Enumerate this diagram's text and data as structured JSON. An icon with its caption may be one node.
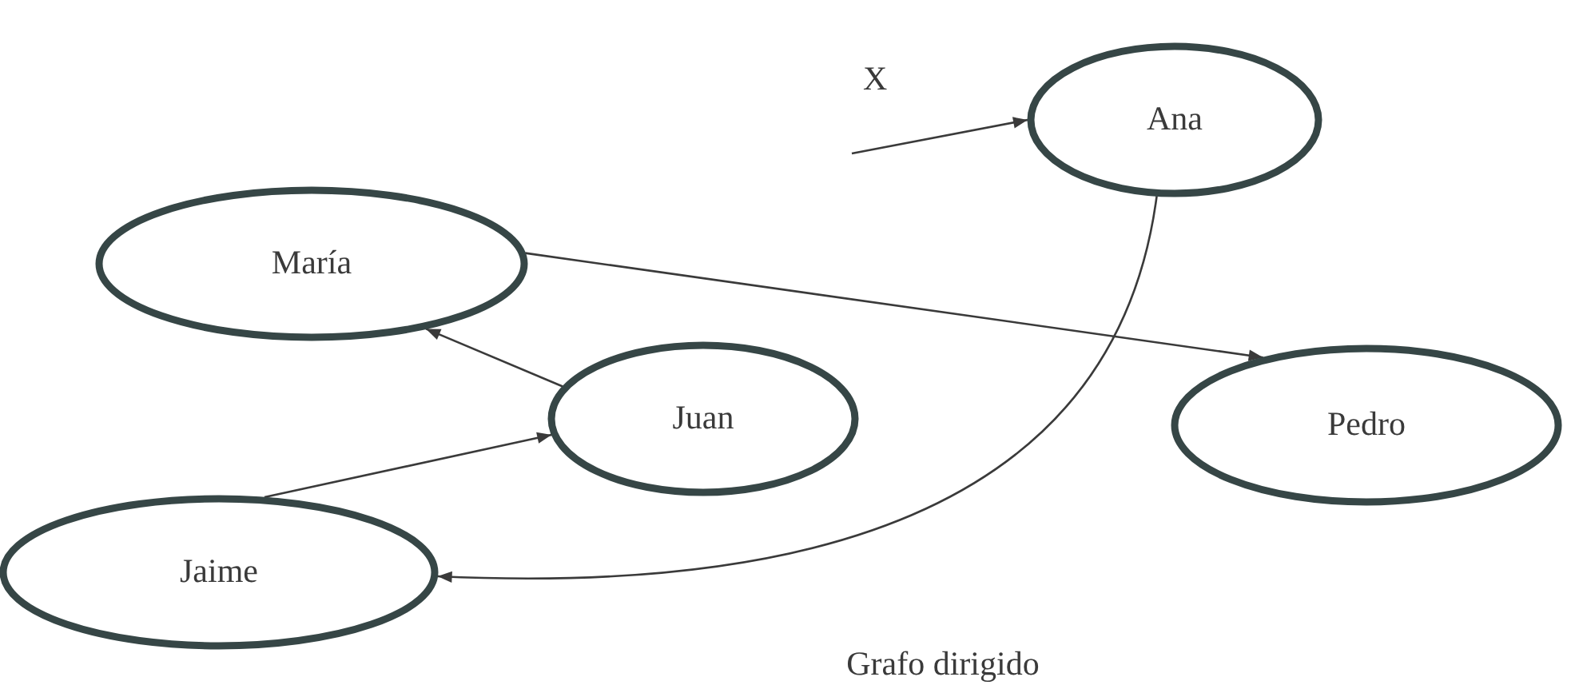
{
  "diagram": {
    "caption": "Grafo dirigido",
    "nodes": [
      {
        "text": [
          "Ana"
        ]
      },
      {
        "text": [
          "María"
        ]
      },
      {
        "text": [
          "Juan"
        ]
      },
      {
        "text": [
          "Pedro"
        ]
      },
      {
        "text": [
          "Jaime"
        ]
      }
    ],
    "edges": [
      {
        "from": null,
        "to": 0,
        "arrow": "to",
        "label": "X"
      },
      {
        "from": 1,
        "to": 3,
        "arrow": "to"
      },
      {
        "from": 2,
        "to": 1,
        "arrow": "to"
      },
      {
        "from": 4,
        "to": 2,
        "arrow": "to"
      },
      {
        "from": 0,
        "to": 4,
        "arrow": "to"
      }
    ]
  }
}
